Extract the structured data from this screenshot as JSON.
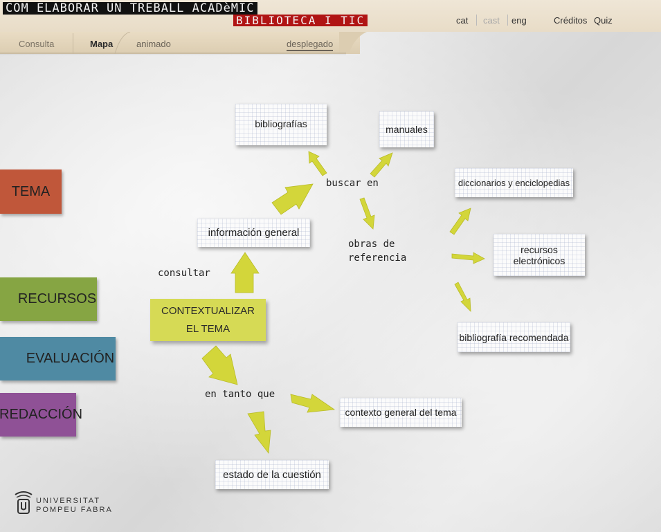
{
  "header": {
    "title_line1": "COM ELABORAR UN TREBALL ACADèMIC",
    "title_line2": "BIBLIOTECA I TIC",
    "languages": [
      "cat",
      "cast",
      "eng"
    ],
    "credits": "Créditos",
    "quiz": "Quiz"
  },
  "tabs": {
    "consulta": "Consulta",
    "mapa": "Mapa",
    "animado": "animado",
    "desplegado": "desplegado"
  },
  "sidebar": {
    "tema": "TEMA",
    "recursos": "RECURSOS",
    "evaluacion": "EVALUACIÓN",
    "redaccion": "REDACCIÓN"
  },
  "map": {
    "center": "CONTEXTUALIZAR EL TEMA",
    "consultar": "consultar",
    "informacion_general": "información general",
    "buscar_en": "buscar en",
    "bibliografias": "bibliografías",
    "manuales": "manuales",
    "obras_de_referencia": "obras de\nreferencia",
    "diccionarios": "diccionarios y enciclopedias",
    "recursos_electronicos": "recursos electrónicos",
    "bibliografia_recomendada": "bibliografía recomendada",
    "en_tanto_que": "en tanto que",
    "contexto_general": "contexto general del tema",
    "estado_cuestion": "estado de la cuestión"
  },
  "footer": {
    "university_line1": "UNIVERSITAT",
    "university_line2": "POMPEU FABRA"
  },
  "colors": {
    "tema": "#c0573a",
    "recursos": "#86a543",
    "evaluacion": "#4f8aa3",
    "redaccion": "#8f5196",
    "arrow": "#d3d63a",
    "center": "#d6da55"
  }
}
